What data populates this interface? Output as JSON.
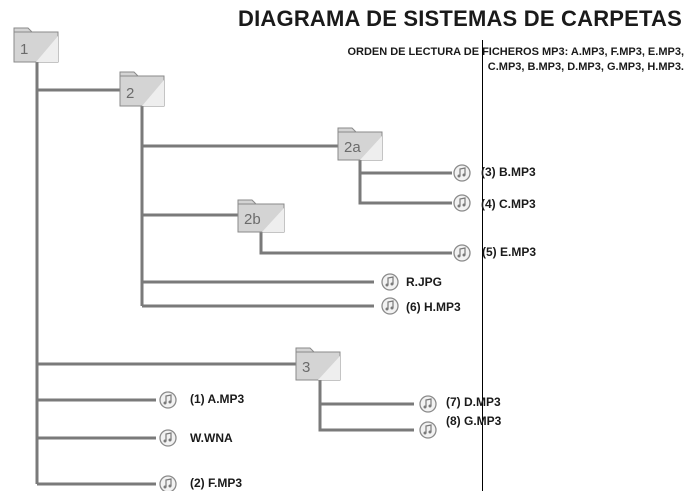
{
  "title": "DIAGRAMA DE SISTEMAS DE CARPETAS",
  "subtitle_line1": "ORDEN DE LECTURA DE FICHEROS MP3: A.MP3, F.MP3, E.MP3,",
  "subtitle_line2": "C.MP3, B.MP3, D.MP3, G.MP3, H.MP3.",
  "folders": [
    {
      "id": "f1",
      "label": "1"
    },
    {
      "id": "f2",
      "label": "2"
    },
    {
      "id": "f2a",
      "label": "2a"
    },
    {
      "id": "f2b",
      "label": "2b"
    },
    {
      "id": "f3",
      "label": "3"
    }
  ],
  "files": {
    "b": "(3) B.MP3",
    "c": "(4) C.MP3",
    "e": "(5) E.MP3",
    "rjpg": "R.JPG",
    "h": "(6) H.MP3",
    "a": "(1) A.MP3",
    "wwna": "W.WNA",
    "f": "(2) F.MP3",
    "d": "(7) D.MP3",
    "g": "(8) G.MP3"
  },
  "colors": {
    "line": "#7a7a7a",
    "folder": "#d4d4d4",
    "folder_stroke": "#8a8a8a",
    "text": "#1a1a1a"
  }
}
